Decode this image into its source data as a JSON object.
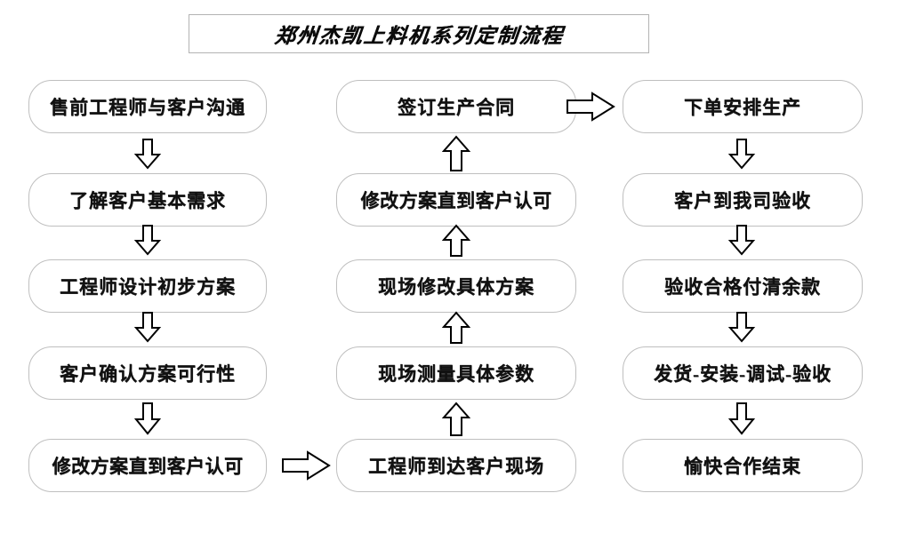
{
  "title": {
    "text": "郑州杰凯上料机系列定制流程"
  },
  "flow": {
    "columns": [
      {
        "name": "column-1",
        "direction": "down",
        "nodes": [
          {
            "label": "售前工程师与客户沟通"
          },
          {
            "label": "了解客户基本需求"
          },
          {
            "label": "工程师设计初步方案"
          },
          {
            "label": "客户确认方案可行性"
          },
          {
            "label": "修改方案直到客户认可"
          }
        ]
      },
      {
        "name": "column-2",
        "direction": "up",
        "nodes": [
          {
            "label": "签订生产合同"
          },
          {
            "label": "修改方案直到客户认可"
          },
          {
            "label": "现场修改具体方案"
          },
          {
            "label": "现场测量具体参数"
          },
          {
            "label": "工程师到达客户现场"
          }
        ]
      },
      {
        "name": "column-3",
        "direction": "down",
        "nodes": [
          {
            "label": "下单安排生产"
          },
          {
            "label": "客户到我司验收"
          },
          {
            "label": "验收合格付清余款"
          },
          {
            "label": "发货-安装-调试-验收"
          },
          {
            "label": "愉快合作结束"
          }
        ]
      }
    ],
    "connectors": [
      {
        "name": "col1-to-col2",
        "direction": "right",
        "from": "修改方案直到客户认可",
        "to": "工程师到达客户现场"
      },
      {
        "name": "col2-to-col3",
        "direction": "right",
        "from": "签订生产合同",
        "to": "下单安排生产"
      }
    ]
  },
  "colors": {
    "node_border": "#bfbfbf",
    "title_border": "#b3b3b3",
    "text": "#111111",
    "arrow_stroke": "#000000",
    "background": "#ffffff"
  }
}
